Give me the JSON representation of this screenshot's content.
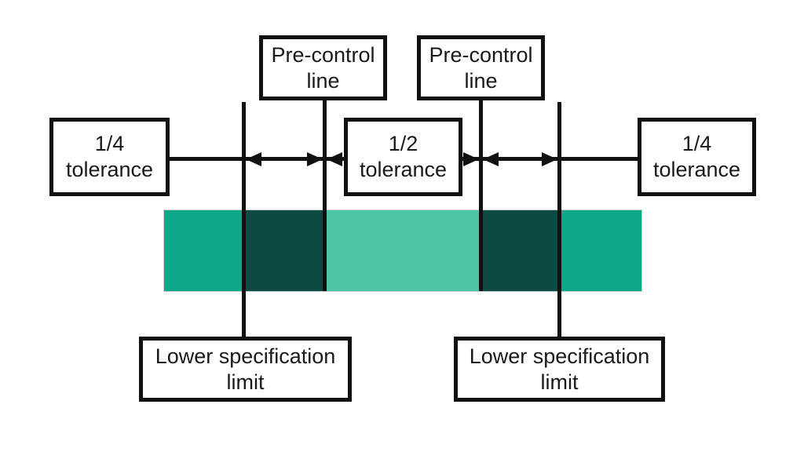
{
  "diagram": {
    "boxes": {
      "pre_control_left": {
        "line1": "Pre-control",
        "line2": "line"
      },
      "pre_control_right": {
        "line1": "Pre-control",
        "line2": "line"
      },
      "quarter_tolerance_left": {
        "line1": "1/4",
        "line2": "tolerance"
      },
      "half_tolerance": {
        "line1": "1/2",
        "line2": "tolerance"
      },
      "quarter_tolerance_right": {
        "line1": "1/4",
        "line2": "tolerance"
      },
      "lower_spec_limit_left": {
        "line1": "Lower specification",
        "line2": "limit"
      },
      "lower_spec_limit_right": {
        "line1": "Lower specification",
        "line2": "limit"
      }
    },
    "colors": {
      "outer_zone": "#0fa78a",
      "quarter_zone": "#0d4a44",
      "half_zone": "#4ec5a6",
      "line": "#111111",
      "background": "#ffffff"
    },
    "bar_segments": [
      {
        "name": "outer-left",
        "color": "#0fa78a"
      },
      {
        "name": "quarter-tolerance-left",
        "color": "#0d4a44"
      },
      {
        "name": "half-tolerance-center",
        "color": "#4ec5a6"
      },
      {
        "name": "quarter-tolerance-right",
        "color": "#0d4a44"
      },
      {
        "name": "outer-right",
        "color": "#0fa78a"
      }
    ]
  }
}
